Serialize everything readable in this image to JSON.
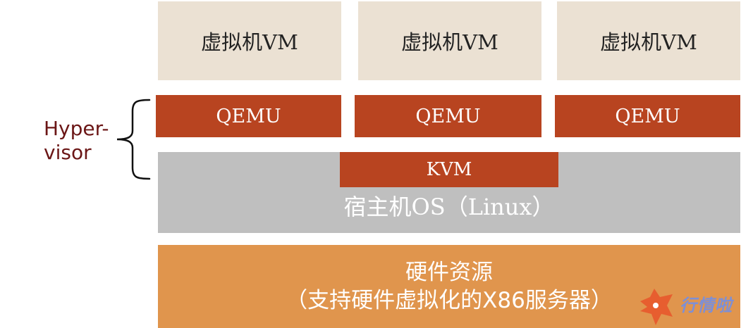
{
  "colors": {
    "vm_fill": "#ebe1d3",
    "qemu_fill": "#b84420",
    "host_fill": "#bfbfbf",
    "hardware_fill": "#e0954d",
    "hypervisor_label": "#6b1616",
    "watermark": "#7d8fd6"
  },
  "vms": [
    {
      "label": "虚拟机VM"
    },
    {
      "label": "虚拟机VM"
    },
    {
      "label": "虚拟机VM"
    }
  ],
  "qemus": [
    {
      "label": "QEMU"
    },
    {
      "label": "QEMU"
    },
    {
      "label": "QEMU"
    }
  ],
  "kvm": {
    "label": "KVM"
  },
  "host_os": {
    "label": "宿主机OS（Linux）"
  },
  "hardware": {
    "line1": "硬件资源",
    "line2": "（支持硬件虚拟化的X86服务器）"
  },
  "hypervisor": {
    "line1": "Hyper-",
    "line2": "visor"
  },
  "watermark": {
    "text": "行情啦",
    "icon": "fox-logo-icon"
  }
}
